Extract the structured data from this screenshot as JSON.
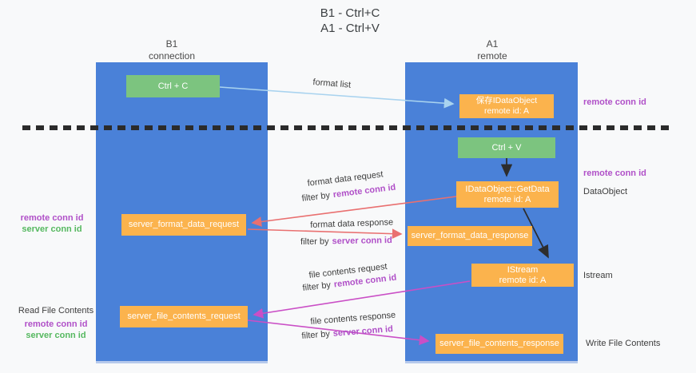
{
  "title": {
    "line1": "B1 - Ctrl+C",
    "line2": "A1 - Ctrl+V"
  },
  "lifelines": {
    "left": {
      "name": "B1",
      "role": "connection"
    },
    "right": {
      "name": "A1",
      "role": "remote"
    }
  },
  "nodes": {
    "ctrl_c": {
      "label": "Ctrl + C"
    },
    "ctrl_v": {
      "label": "Ctrl + V"
    },
    "save_idataobject": {
      "line1": "保存IDataObject",
      "line2": "remote id: A"
    },
    "idataobject_getdata": {
      "line1": "IDataObject::GetData",
      "line2": "remote id: A"
    },
    "istream": {
      "line1": "IStream",
      "line2": "remote id: A"
    },
    "server_format_data_request": {
      "label": "server_format_data_request"
    },
    "server_format_data_response": {
      "label": "server_format_data_response"
    },
    "server_file_contents_request": {
      "label": "server_file_contents_request"
    },
    "server_file_contents_response": {
      "label": "server_file_contents_response"
    }
  },
  "side_labels": {
    "remote_conn_id": "remote conn id",
    "server_conn_id": "server conn id",
    "dataobject": "DataObject",
    "istream": "Istream",
    "read_file_contents": "Read File Contents",
    "write_file_contents": "Write File Contents"
  },
  "arrow_labels": {
    "format_list": "format list",
    "format_data_request": "format data request",
    "format_data_response": "format data response",
    "file_contents_request": "file contents request",
    "file_contents_response": "file contents response",
    "filter_by": "filter by",
    "remote_conn_id": "remote conn id",
    "server_conn_id": "server conn id"
  },
  "colors": {
    "lifeline_blue": "#4a81d8",
    "node_green": "#7cc47f",
    "node_orange": "#fbb34d",
    "remote_purple": "#b050c8",
    "server_green": "#55b85f",
    "arrow_blue": "#a9d3ef",
    "arrow_red": "#e97070",
    "arrow_magenta": "#ca4fc6",
    "arrow_black": "#2d2d2d"
  }
}
